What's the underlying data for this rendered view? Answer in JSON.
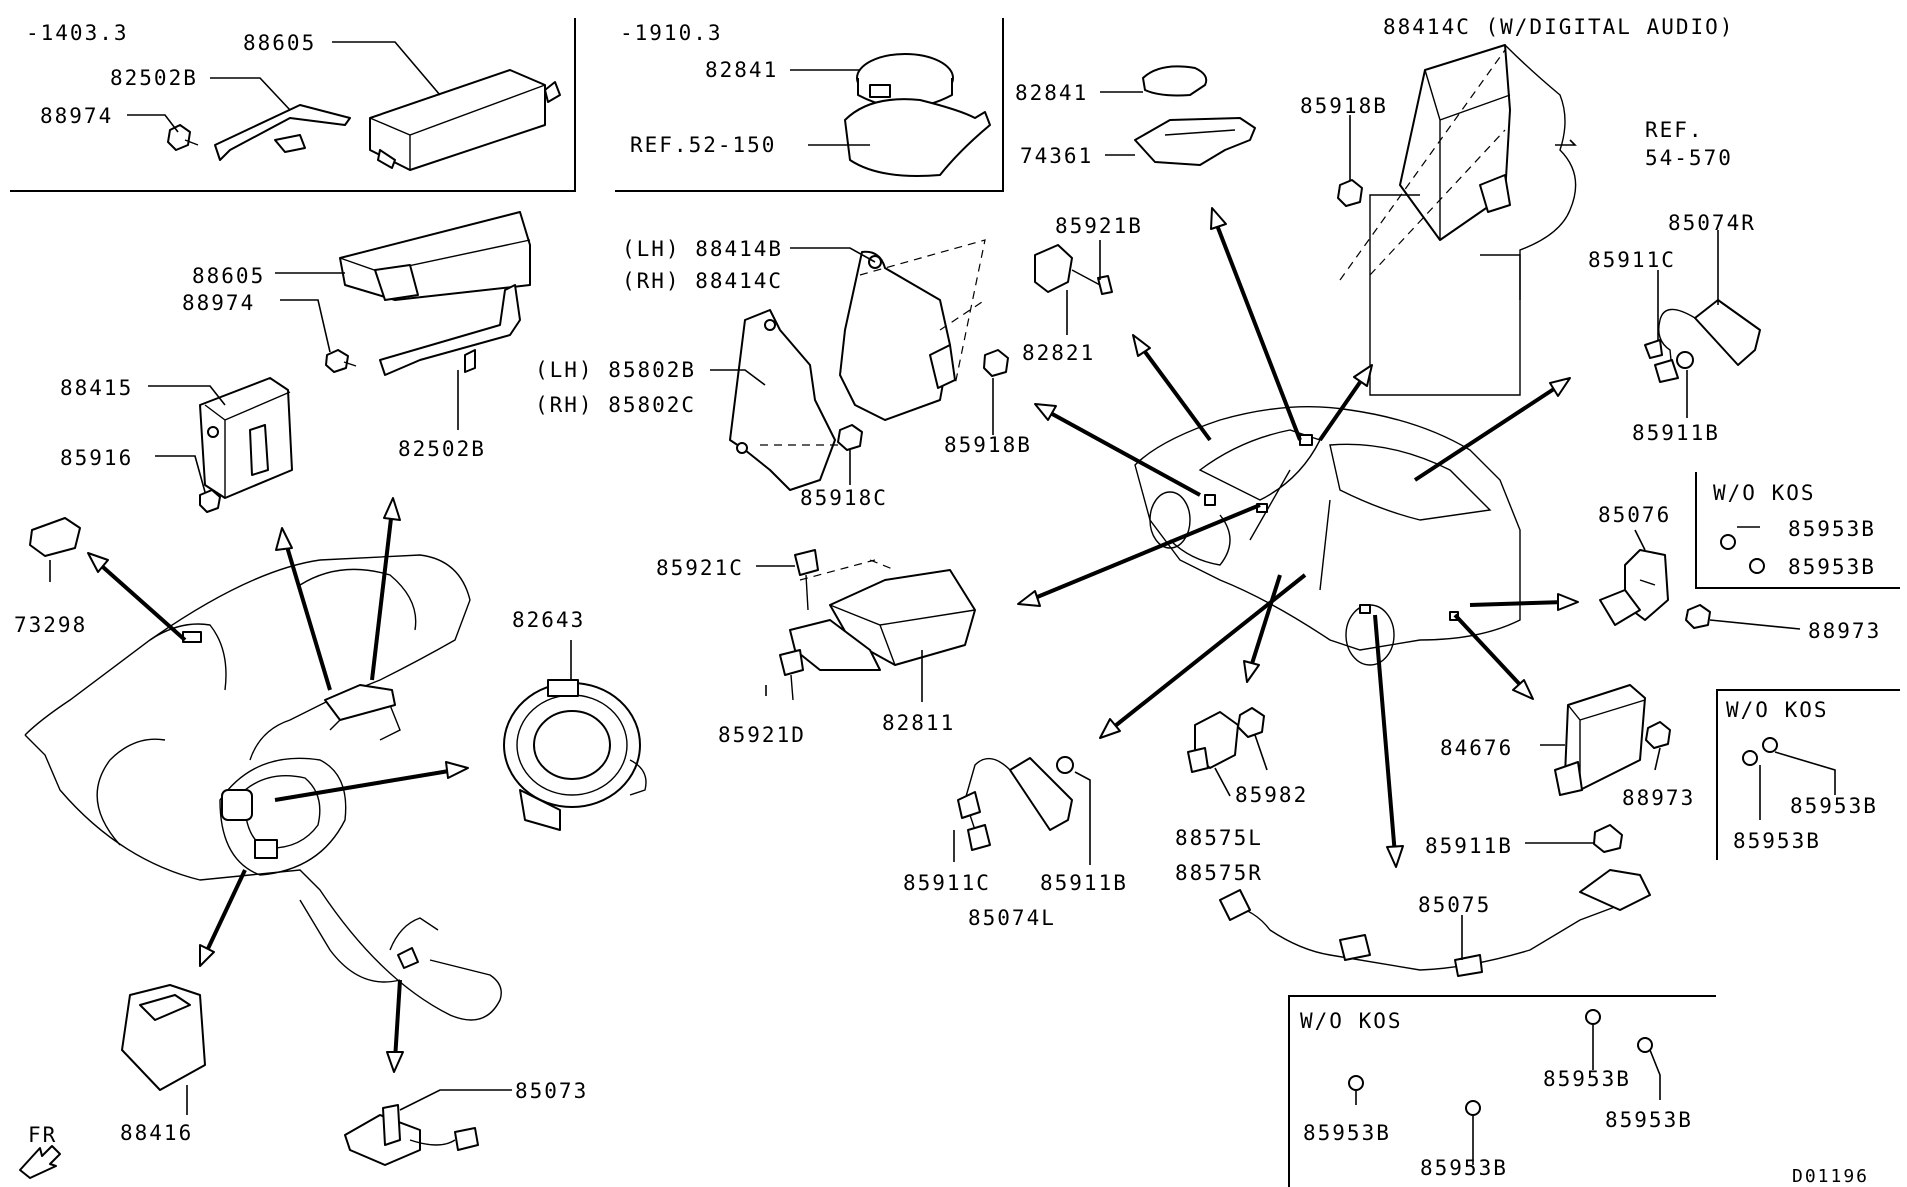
{
  "labels": {
    "date_1403": "-1403.3",
    "date_1910": "-1910.3",
    "p88605_a": "88605",
    "p82502B_a": "82502B",
    "p88974_a": "88974",
    "p82841_a": "82841",
    "ref52": "REF.52-150",
    "p82841_b": "82841",
    "p74361": "74361",
    "p88414C_digital": "88414C (W/DIGITAL AUDIO)",
    "p85918B_a": "85918B",
    "ref54_line1": "REF.",
    "ref54_line2": "54-570",
    "p88605_b": "88605",
    "p88974_b": "88974",
    "p88415": "88415",
    "p85916": "85916",
    "p82502B_b": "82502B",
    "p73298": "73298",
    "lh88414B": "(LH) 88414B",
    "rh88414C": "(RH) 88414C",
    "lh85802B": "(LH) 85802B",
    "rh85802C": "(RH) 85802C",
    "p85918B_b": "85918B",
    "p85918C": "85918C",
    "p85921B": "85921B",
    "p82821": "82821",
    "p85911C_a": "85911C",
    "p85074R": "85074R",
    "p85911B_a": "85911B",
    "wokos_a": "W/O KOS",
    "p85953B_1": "85953B",
    "p85953B_2": "85953B",
    "p85076": "85076",
    "p88973_a": "88973",
    "p82643": "82643",
    "p85921C": "85921C",
    "p85921D": "85921D",
    "p82811": "82811",
    "p85982": "85982",
    "p88575L": "88575L",
    "p88575R": "88575R",
    "p84676": "84676",
    "p88973_b": "88973",
    "wokos_b": "W/O KOS",
    "p85953B_3": "85953B",
    "p85953B_4": "85953B",
    "p85911C_b": "85911C",
    "p85911B_b": "85911B",
    "p85074L": "85074L",
    "p85911B_c": "85911B",
    "p85075": "85075",
    "p88416": "88416",
    "p85073": "85073",
    "fr": "FR",
    "wokos_c": "W/O KOS",
    "p85953B_5": "85953B",
    "p85953B_6": "85953B",
    "p85953B_7": "85953B",
    "p85953B_8": "85953B",
    "diagram_code": "D01196"
  }
}
